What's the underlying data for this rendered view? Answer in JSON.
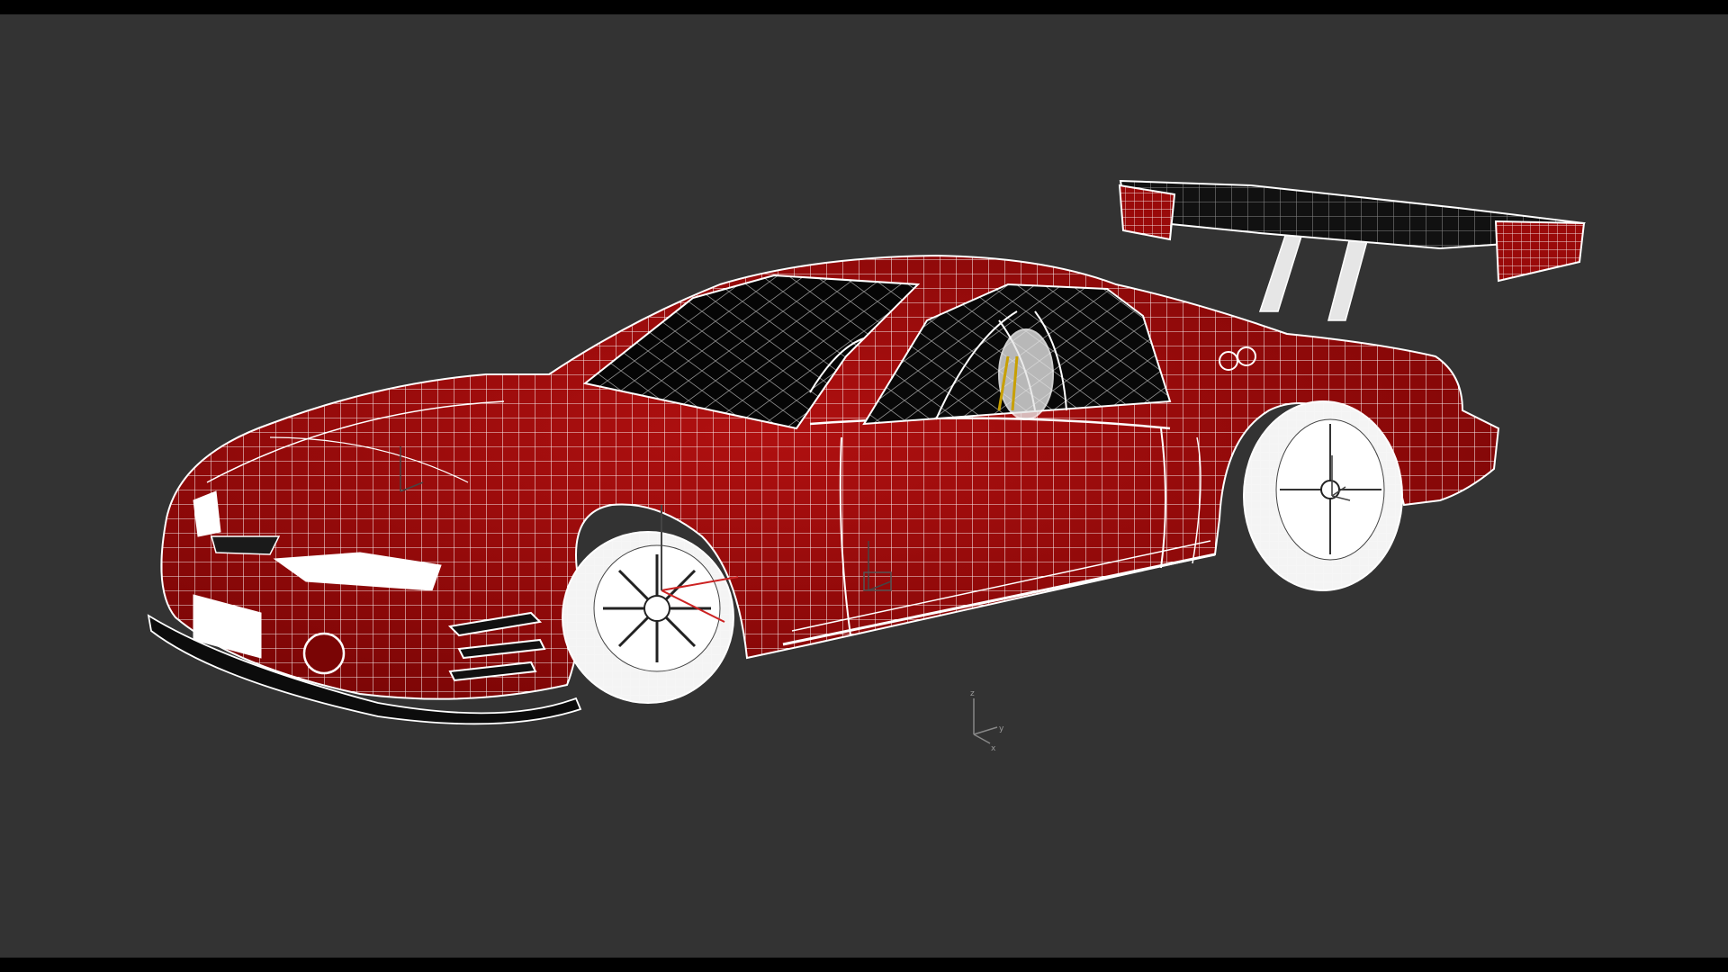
{
  "viewport": {
    "background": "#333333",
    "letterbox": "#000000",
    "model": {
      "subject": "race-car-wireframe",
      "body_color": "#9a0a0a",
      "wire_color": "#ffffff",
      "glass_color": "#050505"
    },
    "world_axis": {
      "label_x": "x",
      "label_y": "y",
      "label_z": "z"
    }
  }
}
